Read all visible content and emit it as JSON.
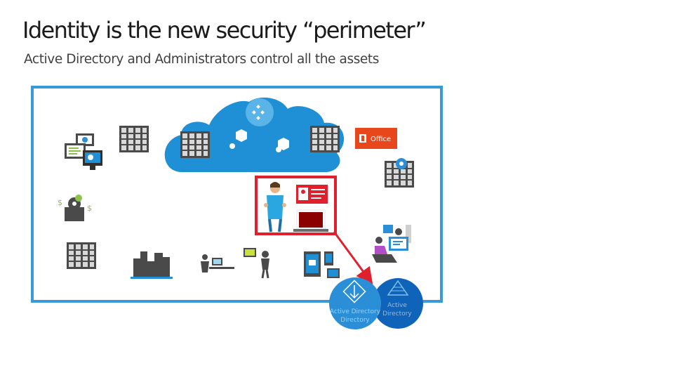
{
  "slide": {
    "title": "Identity is the new security “perimeter”",
    "subtitle": "Active Directory and Administrators control all the assets"
  },
  "office_badge": {
    "label": "Office"
  },
  "services": {
    "active_directory": {
      "line1": "Active Directory",
      "line2": "Directory"
    },
    "active_directory_fs": {
      "line1": "Active",
      "line2": "Directory"
    }
  },
  "colors": {
    "border_blue": "#3a9ad9",
    "cloud_blue": "#1f8fd6",
    "cloud_light": "#5ab4e8",
    "highlight_red": "#e0202c",
    "office_orange": "#e8461b",
    "ad_circle": "#2b8fd8",
    "adfs_circle": "#0f63b8",
    "server_gray": "#4a4a4a",
    "monitor_dark": "#2f2f2f",
    "dark_red": "#8b0000"
  },
  "icons": [
    "cloud-icon",
    "server-rack-icon",
    "office-logo-icon",
    "computer-workstation-icon",
    "finance-gear-icon",
    "city-buildings-icon",
    "desk-user-icon",
    "mobile-user-icon",
    "administrator-icon",
    "id-card-icon",
    "laptop-icon",
    "mobile-devices-icon",
    "remote-workers-icon",
    "active-directory-icon",
    "adfs-pyramid-icon",
    "arrow-icon"
  ]
}
